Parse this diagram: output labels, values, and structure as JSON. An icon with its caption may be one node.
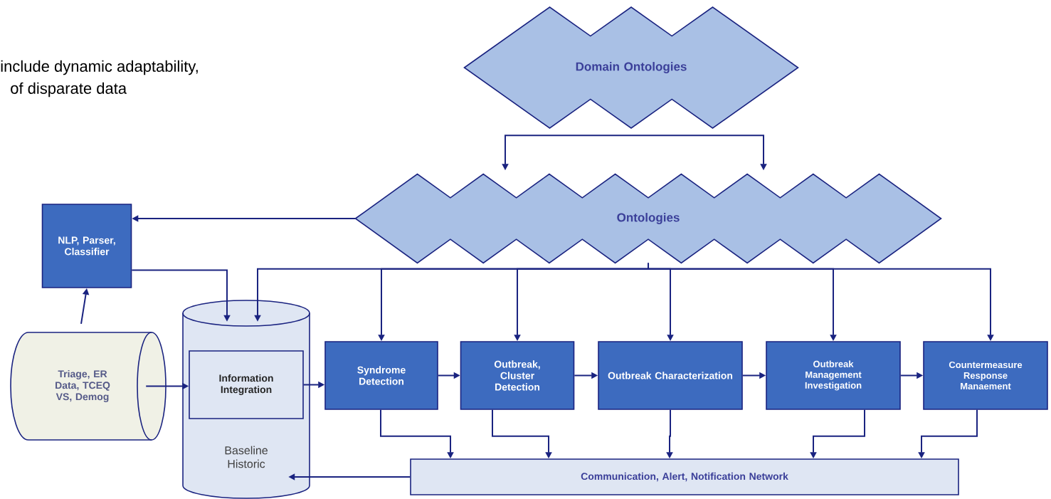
{
  "diagram": {
    "nodes": [
      {
        "text": [
          "Domain Ontologies"
        ]
      },
      {
        "text": [
          "Ontologies"
        ]
      },
      {
        "text": [
          "NLP, Parser, Classifier"
        ]
      },
      {
        "text": [
          "Triage, ER Data, TCEQ VS, Demog"
        ]
      },
      {
        "text": [
          "Baseline Historic"
        ]
      },
      {
        "text": [
          "Information Integration"
        ],
        "in": 4
      },
      {
        "text": [
          "Syndrome Detection"
        ]
      },
      {
        "text": [
          "Outbreak, Cluster Detection"
        ]
      },
      {
        "text": [
          "Outbreak Characterization"
        ]
      },
      {
        "text": [
          "Outbreak Management Investigation"
        ]
      },
      {
        "text": [
          "Countermeasure Response Manaement"
        ]
      },
      {
        "text": [
          "Communication, Alert, Notification Network"
        ]
      }
    ],
    "edges": [
      {
        "from": 0,
        "to": 1,
        "arrow": "to"
      },
      {
        "from": 0,
        "to": 1,
        "arrow": "to"
      },
      {
        "from": 1,
        "to": 2,
        "arrow": "to"
      },
      {
        "from": 2,
        "to": 4,
        "arrow": "to"
      },
      {
        "from": 1,
        "to": 4,
        "arrow": "to"
      },
      {
        "from": 1,
        "to": 6,
        "arrow": "to"
      },
      {
        "from": 1,
        "to": 7,
        "arrow": "to"
      },
      {
        "from": 1,
        "to": 8,
        "arrow": "to"
      },
      {
        "from": 1,
        "to": 9,
        "arrow": "to"
      },
      {
        "from": 1,
        "to": 10,
        "arrow": "to"
      },
      {
        "from": 3,
        "to": 2,
        "arrow": "to"
      },
      {
        "from": 3,
        "to": 5,
        "arrow": "to"
      },
      {
        "from": 5,
        "to": 6,
        "arrow": "to"
      },
      {
        "from": 6,
        "to": 7,
        "arrow": "to"
      },
      {
        "from": 7,
        "to": 8,
        "arrow": "to"
      },
      {
        "from": 8,
        "to": 9,
        "arrow": "to"
      },
      {
        "from": 9,
        "to": 10,
        "arrow": "to"
      },
      {
        "from": 6,
        "to": 11,
        "arrow": "to"
      },
      {
        "from": 7,
        "to": 11,
        "arrow": "to"
      },
      {
        "from": 8,
        "to": 11,
        "arrow": "to"
      },
      {
        "from": 9,
        "to": 11,
        "arrow": "to"
      },
      {
        "from": 10,
        "to": 11,
        "arrow": "to"
      },
      {
        "from": 11,
        "to": 4,
        "arrow": "to"
      }
    ],
    "labels": [
      "include dynamic adaptability,",
      "of disparate data"
    ]
  }
}
